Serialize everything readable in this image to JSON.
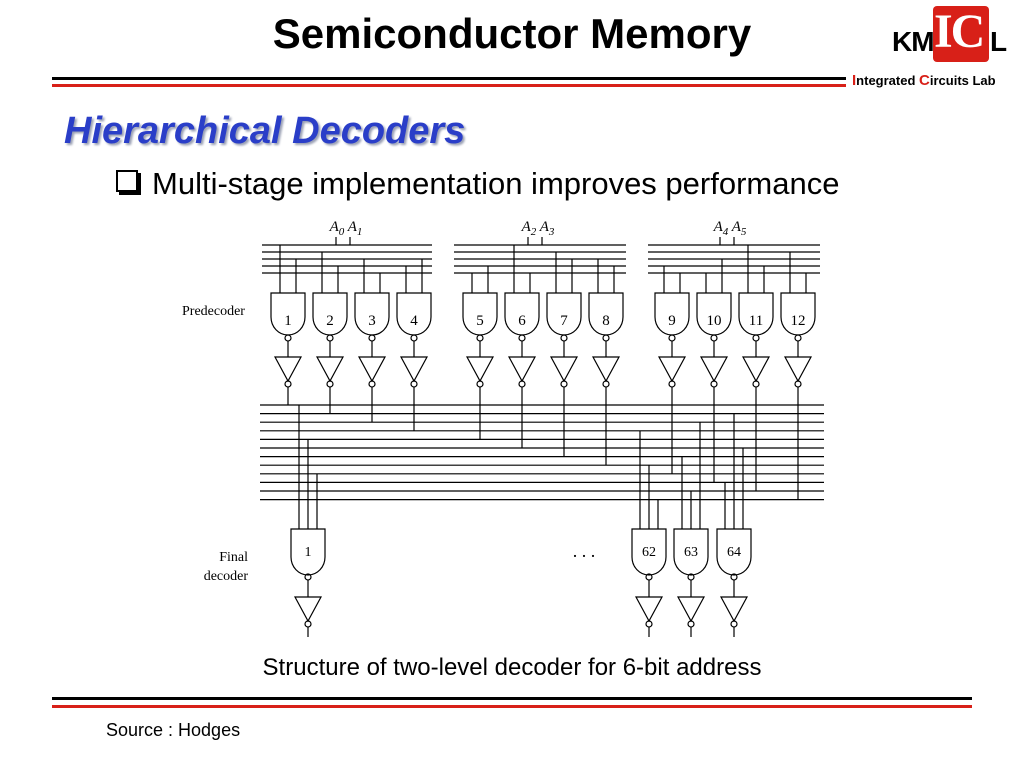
{
  "slide": {
    "title": "Semiconductor Memory",
    "subtitle": "Hierarchical Decoders",
    "bullet": "Multi-stage implementation improves performance",
    "caption": "Structure of two-level decoder for 6-bit address",
    "source": "Source : Hodges"
  },
  "logo": {
    "km": "KM",
    "ic": "IC",
    "l": "L",
    "sub_i": "I",
    "sub_ntegrated": "ntegrated ",
    "sub_c": "C",
    "sub_ircuits": "ircuits Lab"
  },
  "diagram": {
    "address_labels": [
      "A0 A1",
      "A2 A3",
      "A4 A5"
    ],
    "predecoder_label": "Predecoder",
    "final_label_1": "Final",
    "final_label_2": "decoder",
    "predecoder_gates": [
      "1",
      "2",
      "3",
      "4",
      "5",
      "6",
      "7",
      "8",
      "9",
      "10",
      "11",
      "12"
    ],
    "final_gates": [
      "1",
      "62",
      "63",
      "64"
    ],
    "ellipsis": ". . ."
  },
  "colors": {
    "accent_blue": "#2a3ec8",
    "rule_red": "#d82018",
    "logo_red": "#d82018"
  }
}
